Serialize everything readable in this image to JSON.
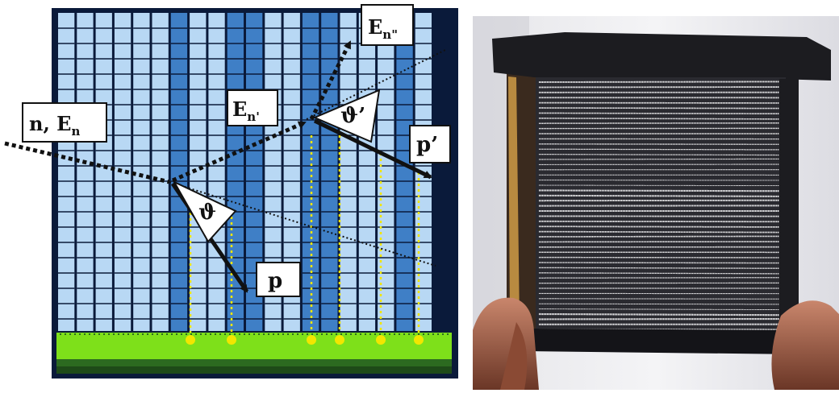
{
  "labels": {
    "incoming": {
      "main": "n, E",
      "sub": "n"
    },
    "scatter_energy": {
      "main": "E",
      "sub": "n'"
    },
    "second_energy": {
      "main": "E",
      "sub": "n\""
    },
    "angle_first": "ϑ",
    "angle_second": "ϑ’",
    "proton_first": "p",
    "proton_second": "p’"
  },
  "colors": {
    "pixel_light": "#b8d8f4",
    "pixel_dark": "#3f7fc6",
    "frame_dark": "#0a1a3a",
    "readout_green": "#7ee01a",
    "readout_dark": "#1e4a18",
    "signal_yellow": "#f2e600",
    "arrow": "#111111"
  },
  "icons": {
    "right_panel": "scintillating-fibre-detector-photo"
  }
}
